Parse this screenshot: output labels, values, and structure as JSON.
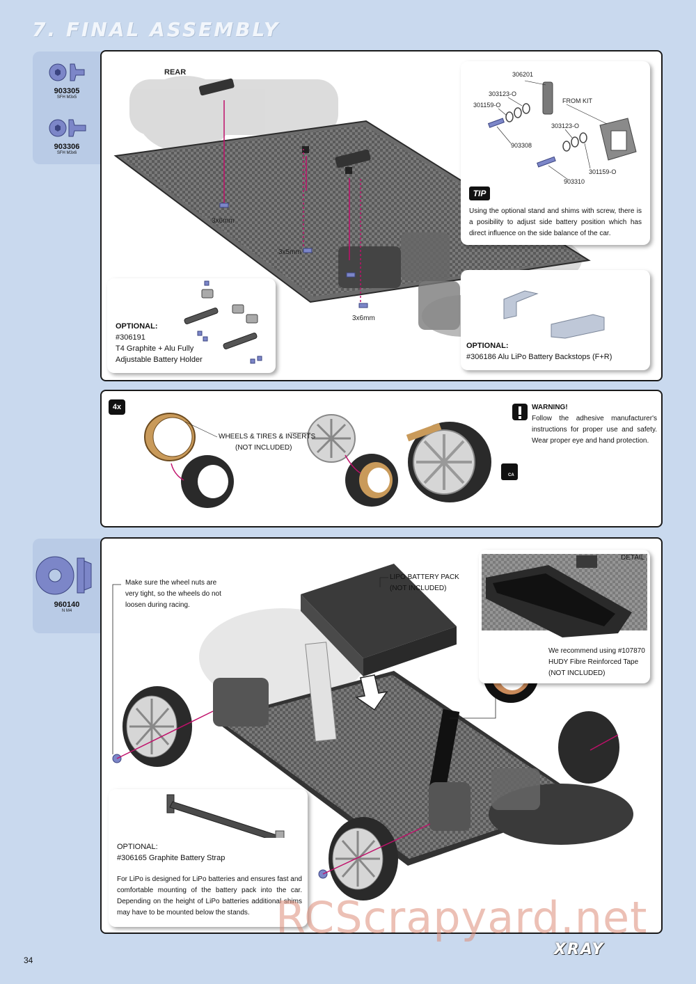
{
  "header": {
    "title": "7. FINAL ASSEMBLY"
  },
  "parts_top": [
    {
      "code": "903305",
      "desc": "SFH M3x5"
    },
    {
      "code": "903306",
      "desc": "SFH M3x6"
    }
  ],
  "parts_bottom": [
    {
      "code": "960140",
      "desc": "N M4"
    }
  ],
  "step1": {
    "rear_label": "REAR",
    "screw_labels": [
      "3x6mm",
      "3x5mm",
      "3x6mm"
    ],
    "exploded": {
      "parts": [
        "306201",
        "303123-O",
        "301159-O",
        "903308",
        "FROM KIT",
        "303123-O",
        "301159-O",
        "903310"
      ]
    },
    "tip": {
      "badge": "TIP",
      "text": "Using the optional stand and shims with screw, there is a posibility to adjust side battery position which has direct influence on the side balance of the car."
    },
    "optional_holder": {
      "heading": "OPTIONAL:",
      "line1": "#306191",
      "line2": "T4 Graphite + Alu Fully",
      "line3": "Adjustable Battery Holder"
    },
    "optional_backstops": {
      "heading": "OPTIONAL:",
      "line1": "#306186 Alu LiPo Battery Backstops (F+R)"
    }
  },
  "step2": {
    "qty_badge": "4x",
    "label_line1": "WHEELS & TIRES & INSERTS",
    "label_line2": "(NOT INCLUDED)",
    "warning": {
      "title": "WARNING!",
      "text": "Follow the adhesive manufacturer's instructions for proper use and safety. Wear proper eye and hand protection."
    },
    "ca_label": "CA"
  },
  "step3": {
    "wheel_nut_note": "Make sure the wheel nuts are very tight, so the wheels do not loosen during racing.",
    "battery_label_line1": "LIPO BATTERY PACK",
    "battery_label_line2": "(NOT INCLUDED)",
    "detail": {
      "title": "DETAIL",
      "line1": "We recommend using #107870",
      "line2": "HUDY Fibre Reinforced Tape",
      "line3": "(NOT INCLUDED)"
    },
    "optional_strap": {
      "heading": "OPTIONAL:",
      "line1": "#306165 Graphite Battery Strap",
      "text": "For LiPo is designed for LiPo batteries and ensures fast and comfortable mounting of the battery pack into the car. Depending on the height of LiPo batteries additional shims may have to be mounted below the stands."
    }
  },
  "footer": {
    "page_number": "34",
    "brand": "XRAY",
    "watermark": "RCScrapyard.net"
  },
  "colors": {
    "background": "#c9d9ee",
    "tab": "#b9cbe6",
    "hardware": "#7c86c8",
    "arrow": "#c0106a",
    "carbon": "#4a4a4a"
  }
}
